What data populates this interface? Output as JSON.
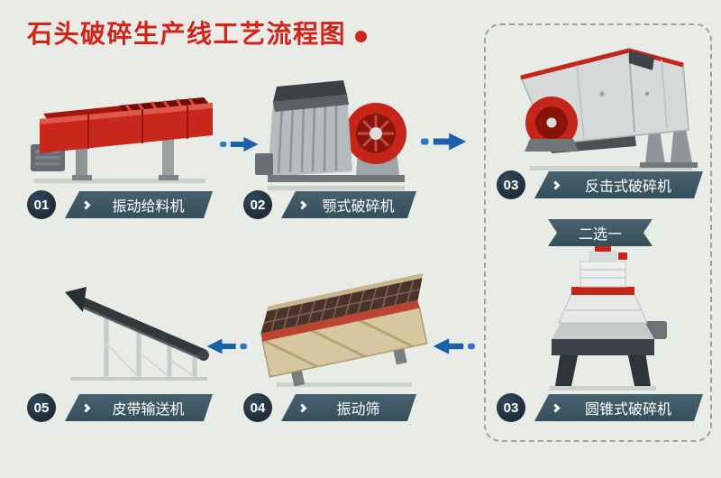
{
  "title": {
    "text": "石头破碎生产线工艺流程图"
  },
  "choice_banner": {
    "text": "二选一"
  },
  "steps": [
    {
      "number": "01",
      "label": "振动给料机",
      "machine": "vibrating-feeder"
    },
    {
      "number": "02",
      "label": "颚式破碎机",
      "machine": "jaw-crusher"
    },
    {
      "number": "03",
      "label": "反击式破碎机",
      "machine": "impact-crusher"
    },
    {
      "number": "03",
      "label": "圆锥式破碎机",
      "machine": "cone-crusher"
    },
    {
      "number": "04",
      "label": "振动筛",
      "machine": "vibrating-screen"
    },
    {
      "number": "05",
      "label": "皮带输送机",
      "machine": "belt-conveyor"
    }
  ],
  "colors": {
    "title_red": "#d2241a",
    "ribbon_slate": "#3e5864",
    "arrow_blue": "#1c5fad",
    "machine_red": "#c52619",
    "background": "#e9ece6"
  }
}
